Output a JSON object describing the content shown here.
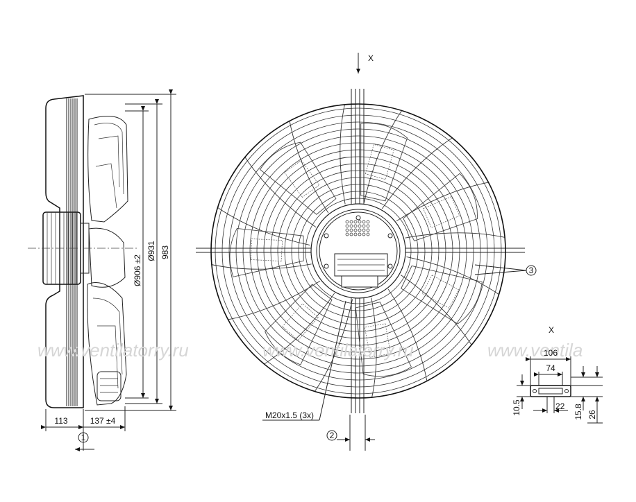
{
  "watermark": {
    "text_1": "www.ventilatorry.ru",
    "text_2": "www.ventilatorry.ru",
    "text_3": "www.ventila"
  },
  "side_view": {
    "dim_906": "Ø906 ±2",
    "dim_931": "Ø931",
    "dim_983": "983",
    "dim_113": "113",
    "dim_137": "137 ±4",
    "callout_1": "1"
  },
  "front_view": {
    "view_label_x": "X",
    "thread_label": "M20x1.5 (3x)",
    "callout_2": "2",
    "callout_3": "3"
  },
  "detail_x": {
    "title": "X",
    "dim_106": "106",
    "dim_74": "74",
    "dim_22": "22",
    "dim_10_5": "10.5",
    "dim_15_8": "15.8",
    "dim_26": "26"
  }
}
